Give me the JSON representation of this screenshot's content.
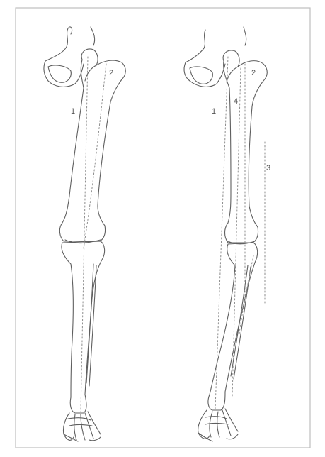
{
  "figure": {
    "panels": [
      {
        "name": "left-leg",
        "labels": {
          "mechanical_axis": "1",
          "anatomical_axis": "2"
        }
      },
      {
        "name": "right-leg",
        "labels": {
          "mechanical_axis": "1",
          "anatomical_axis": "2",
          "vertical_axis": "3",
          "femoral_head_axis": "4"
        }
      }
    ],
    "colors": {
      "background": "#ffffff",
      "frame": "#b7b7b7",
      "bone_outline": "#5f5f5f",
      "axis_dotted": "#8d8d8d"
    }
  }
}
